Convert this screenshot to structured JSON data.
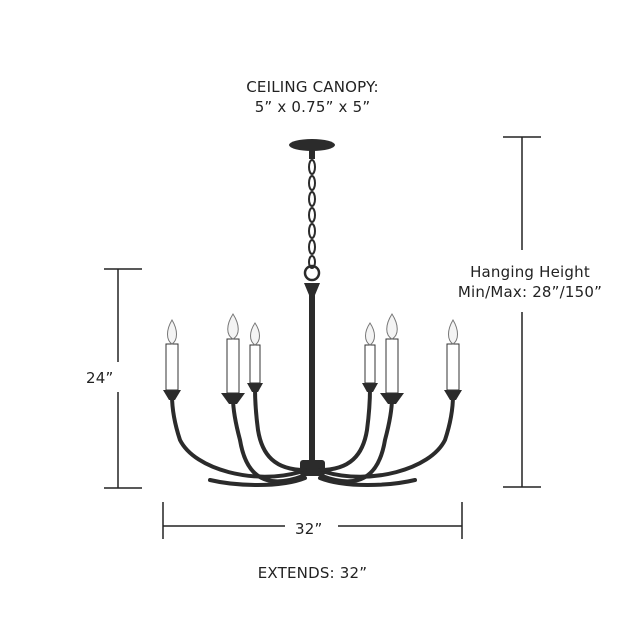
{
  "canopy": {
    "line1": "CEILING CANOPY:",
    "line2": "5” x 0.75” x 5”"
  },
  "hanging": {
    "line1": "Hanging Height",
    "line2": "Min/Max: 28”/150”"
  },
  "height_label": "24”",
  "width_label": "32”",
  "extends_label": "EXTENDS: 32”",
  "colors": {
    "fixture": "#2b2b2b",
    "candle": "#ffffff",
    "dimension_line": "#222222"
  }
}
